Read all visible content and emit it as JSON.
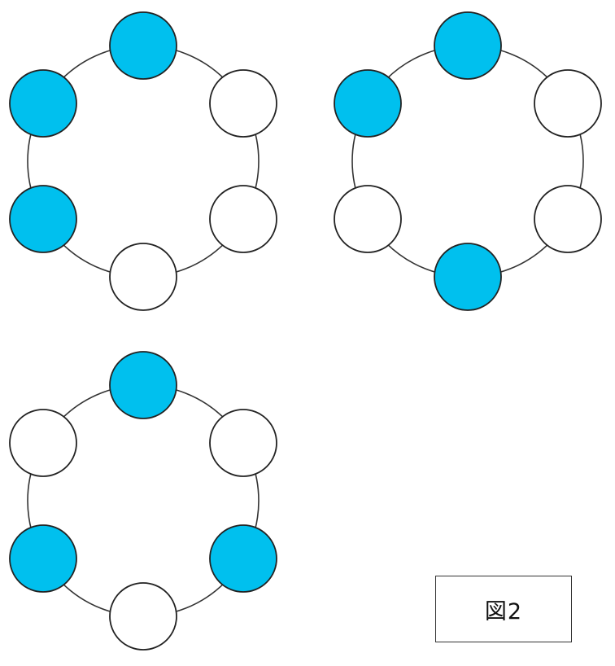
{
  "figure_label": "図2",
  "colors": {
    "filled": "#00C0EE",
    "empty": "#FFFFFF",
    "outline": "#222222"
  },
  "diagrams": [
    {
      "name": "ring-1",
      "beads": [
        "filled",
        "empty",
        "empty",
        "empty",
        "filled",
        "filled"
      ]
    },
    {
      "name": "ring-2",
      "beads": [
        "filled",
        "empty",
        "empty",
        "filled",
        "empty",
        "filled"
      ]
    },
    {
      "name": "ring-3",
      "beads": [
        "filled",
        "empty",
        "filled",
        "empty",
        "filled",
        "empty"
      ]
    }
  ]
}
